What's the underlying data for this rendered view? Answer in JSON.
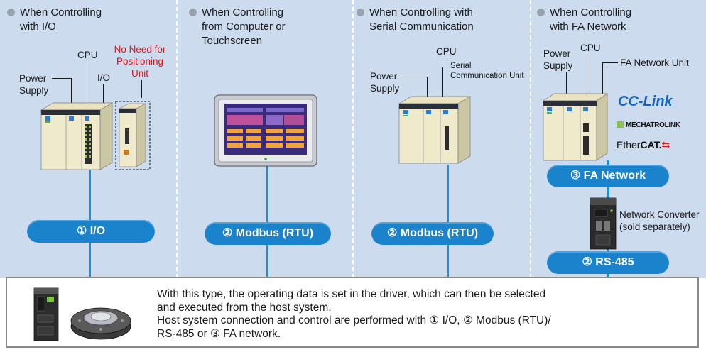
{
  "columns": [
    {
      "heading_line1": "When Controlling",
      "heading_line2": "with I/O"
    },
    {
      "heading_line1": "When Controlling",
      "heading_line2": "from Computer or",
      "heading_line3": "Touchscreen"
    },
    {
      "heading_line1": "When Controlling with",
      "heading_line2": "Serial Communication"
    },
    {
      "heading_line1": "When Controlling",
      "heading_line2": "with FA Network"
    }
  ],
  "col1": {
    "cpu": "CPU",
    "power_line1": "Power",
    "power_line2": "Supply",
    "io": "I/O",
    "no_need_line1": "No Need for",
    "no_need_line2": "Positioning",
    "no_need_line3": "Unit",
    "pill": "① I/O"
  },
  "col2": {
    "pill": "② Modbus (RTU)"
  },
  "col3": {
    "cpu": "CPU",
    "serial_line1": "Serial",
    "serial_line2": "Communication Unit",
    "power_line1": "Power",
    "power_line2": "Supply",
    "pill": "② Modbus (RTU)"
  },
  "col4": {
    "power_line1": "Power",
    "power_line2": "Supply",
    "cpu": "CPU",
    "fa_unit": "FA Network Unit",
    "brand_cc": "CC-Link",
    "brand_mech": "MECHATROLINK",
    "brand_ecat_a": "Ether",
    "brand_ecat_b": "CAT.",
    "pill_fa": "③ FA Network",
    "converter_line1": "Network Converter",
    "converter_line2": "(sold separately)",
    "pill_rs": "② RS-485"
  },
  "description": {
    "line1": "With this type, the operating data is set in the driver, which can then be selected",
    "line2": "and executed from the host system.",
    "line3": "Host system connection and control are performed with ① I/O, ② Modbus (RTU)/",
    "line4": "RS-485 or ③ FA network."
  },
  "colors": {
    "background": "#cddbef",
    "pill": "#1b82cc",
    "line": "#1b8fd6",
    "note_red": "#d4151c"
  }
}
